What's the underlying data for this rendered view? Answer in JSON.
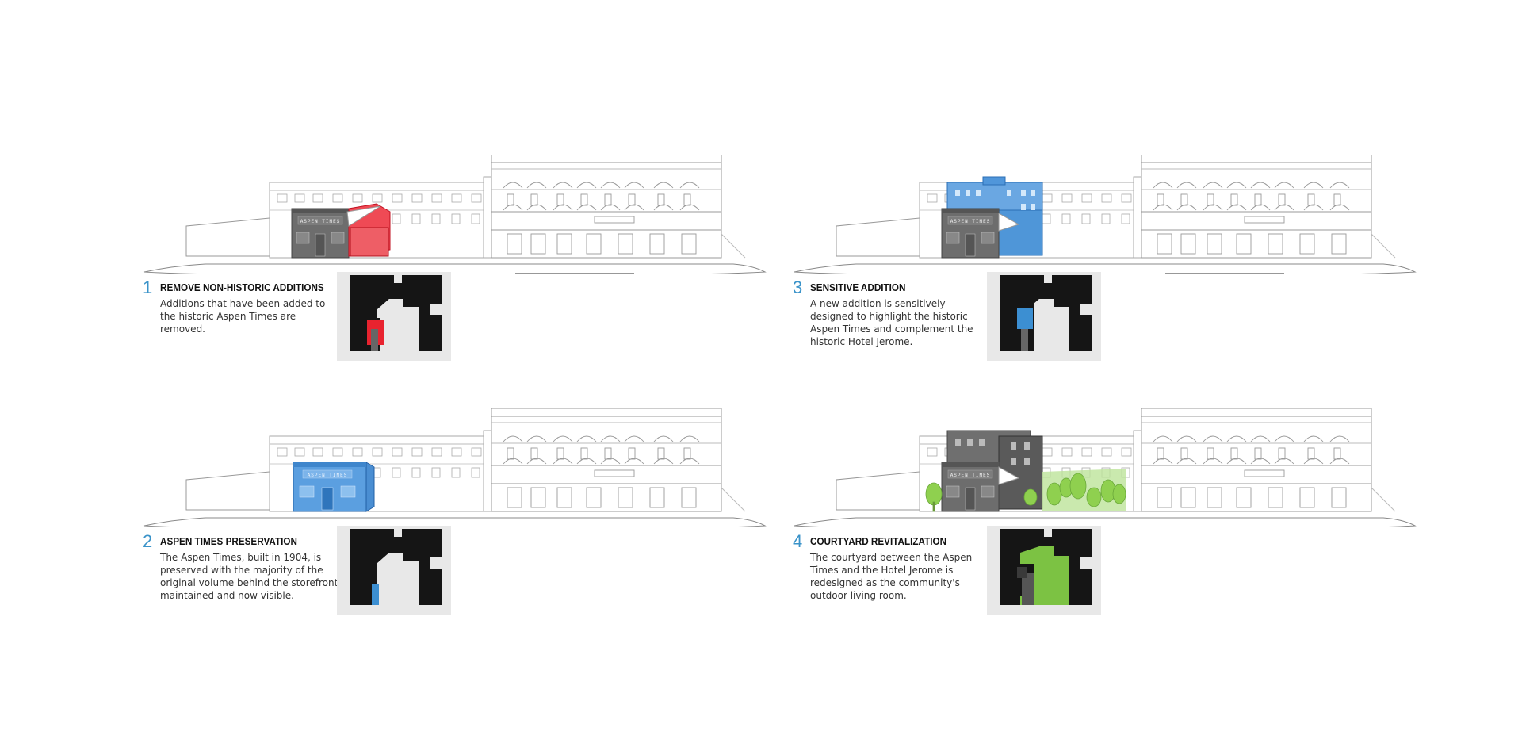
{
  "steps": [
    {
      "number": "1",
      "title": "REMOVE NON-HISTORIC ADDITIONS",
      "description": "Additions that have been added to the historic Aspen Times are removed.",
      "highlight_color": "#e8232f",
      "sign_text": "ASPEN TIMES"
    },
    {
      "number": "2",
      "title": "ASPEN TIMES PRESERVATION",
      "description": "The Aspen Times, built in 1904, is preserved with the majority of the original volume behind the storefront maintained and now visible.",
      "highlight_color": "#3c8fd2",
      "sign_text": "ASPEN TIMES"
    },
    {
      "number": "3",
      "title": "SENSITIVE ADDITION",
      "description": "A new addition is sensitively designed to highlight the historic Aspen Times and complement the historic Hotel Jerome.",
      "highlight_color": "#3c8fd2",
      "sign_text": "ASPEN TIMES"
    },
    {
      "number": "4",
      "title": "COURTYARD REVITALIZATION",
      "description": "The courtyard between the Aspen Times and the Hotel Jerome is redesigned as the community's outdoor living room.",
      "highlight_color": "#7cc243",
      "sign_text": "ASPEN TIMES"
    }
  ]
}
